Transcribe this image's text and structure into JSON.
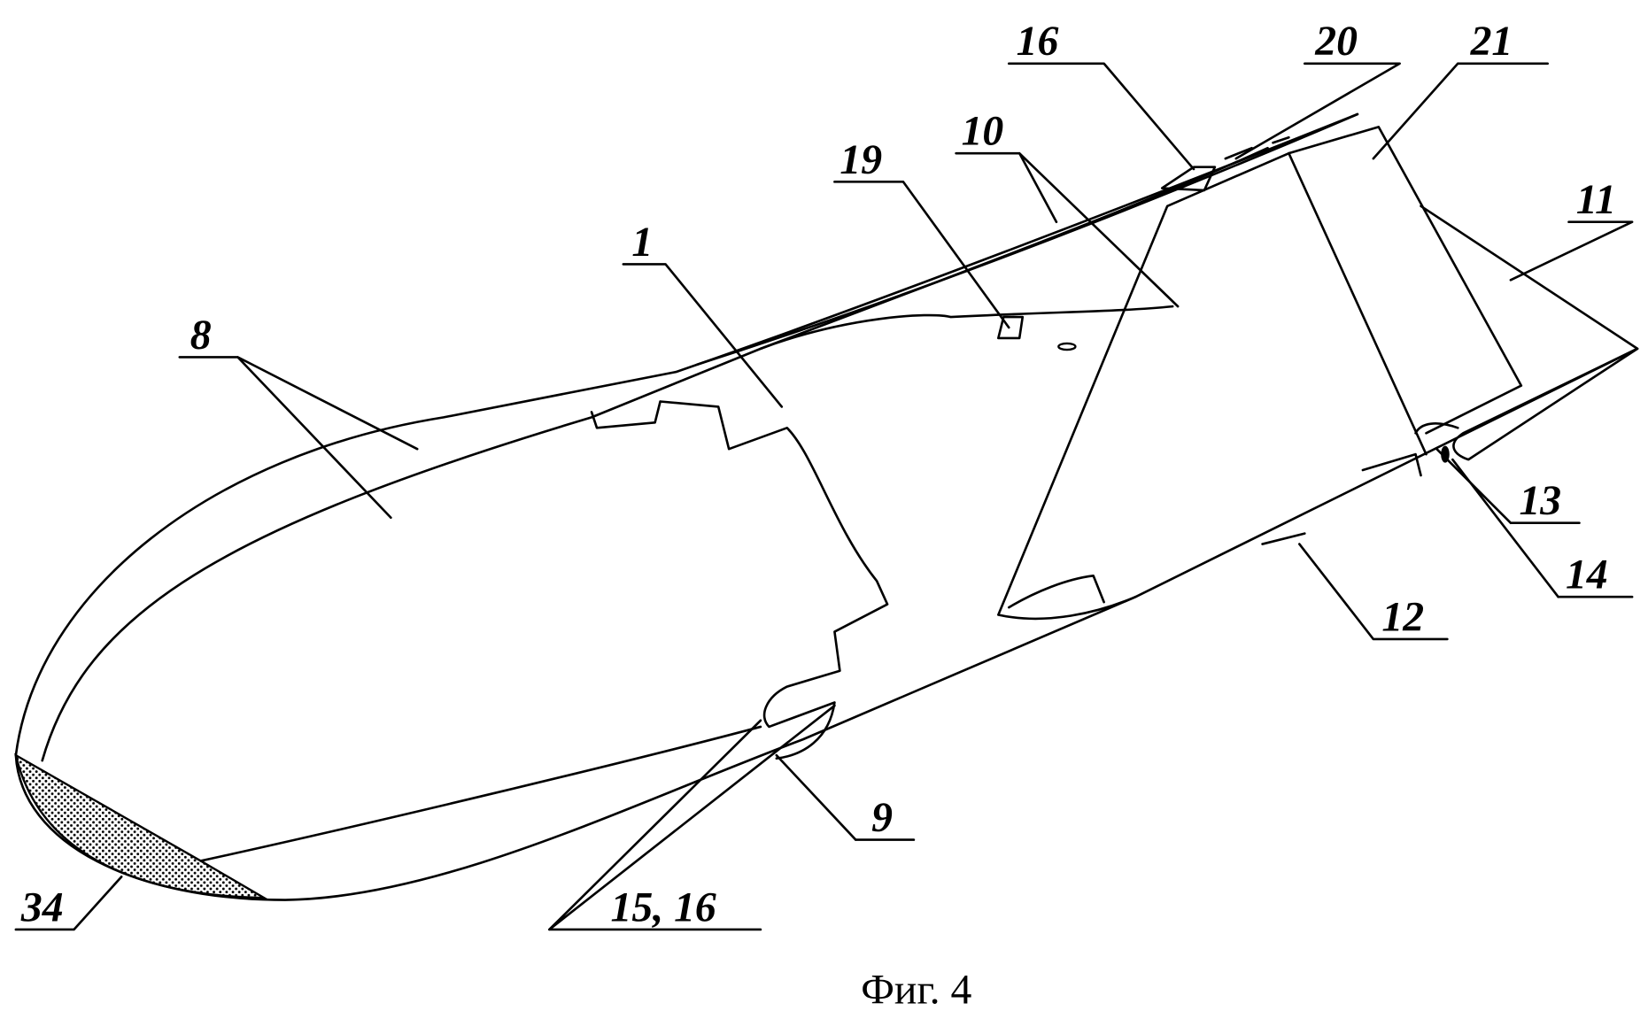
{
  "figure": {
    "caption": "Фиг. 4",
    "labels": {
      "l16top": "16",
      "l20": "20",
      "l21": "21",
      "l10": "10",
      "l19": "19",
      "l1": "1",
      "l8": "8",
      "l11": "11",
      "l13": "13",
      "l14": "14",
      "l12": "12",
      "l9": "9",
      "l15_16": "15, 16",
      "l34": "34"
    }
  }
}
